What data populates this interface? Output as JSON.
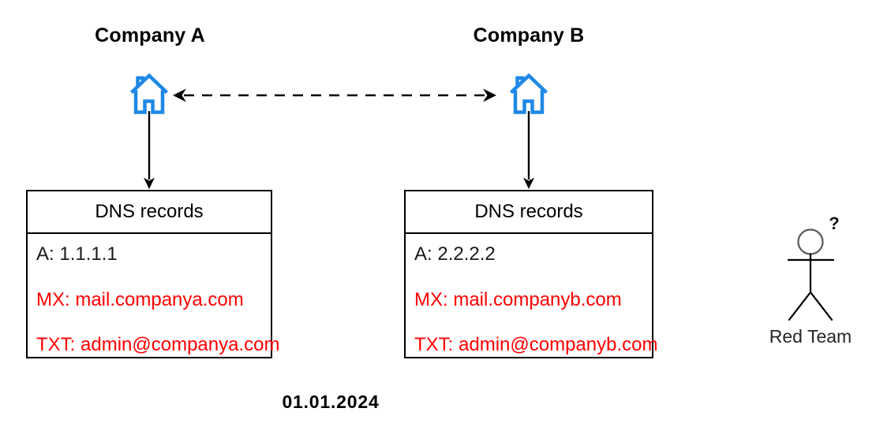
{
  "diagram": {
    "companies": [
      {
        "label": "Company A",
        "icon": "house-icon",
        "dns": {
          "header": "DNS records",
          "records": [
            {
              "type": "A",
              "text": "A: 1.1.1.1",
              "highlighted": false
            },
            {
              "type": "MX",
              "text": "MX: mail.companya.com",
              "highlighted": true
            },
            {
              "type": "TXT",
              "text": "TXT: admin@companya.com",
              "highlighted": true
            }
          ]
        }
      },
      {
        "label": "Company B",
        "icon": "house-icon",
        "dns": {
          "header": "DNS records",
          "records": [
            {
              "type": "A",
              "text": "A: 2.2.2.2",
              "highlighted": false
            },
            {
              "type": "MX",
              "text": "MX: mail.companyb.com",
              "highlighted": true
            },
            {
              "type": "TXT",
              "text": "TXT: admin@companyb.com",
              "highlighted": true
            }
          ]
        }
      }
    ],
    "connection": {
      "type": "dashed-double-arrow"
    },
    "date": "01.01.2024",
    "actor": {
      "label": "Red Team",
      "annotation": "?"
    },
    "colors": {
      "house_blue": "#1e88e5",
      "record_red": "#ff0000",
      "record_dark": "#1a1a1a",
      "line": "#000000"
    }
  }
}
